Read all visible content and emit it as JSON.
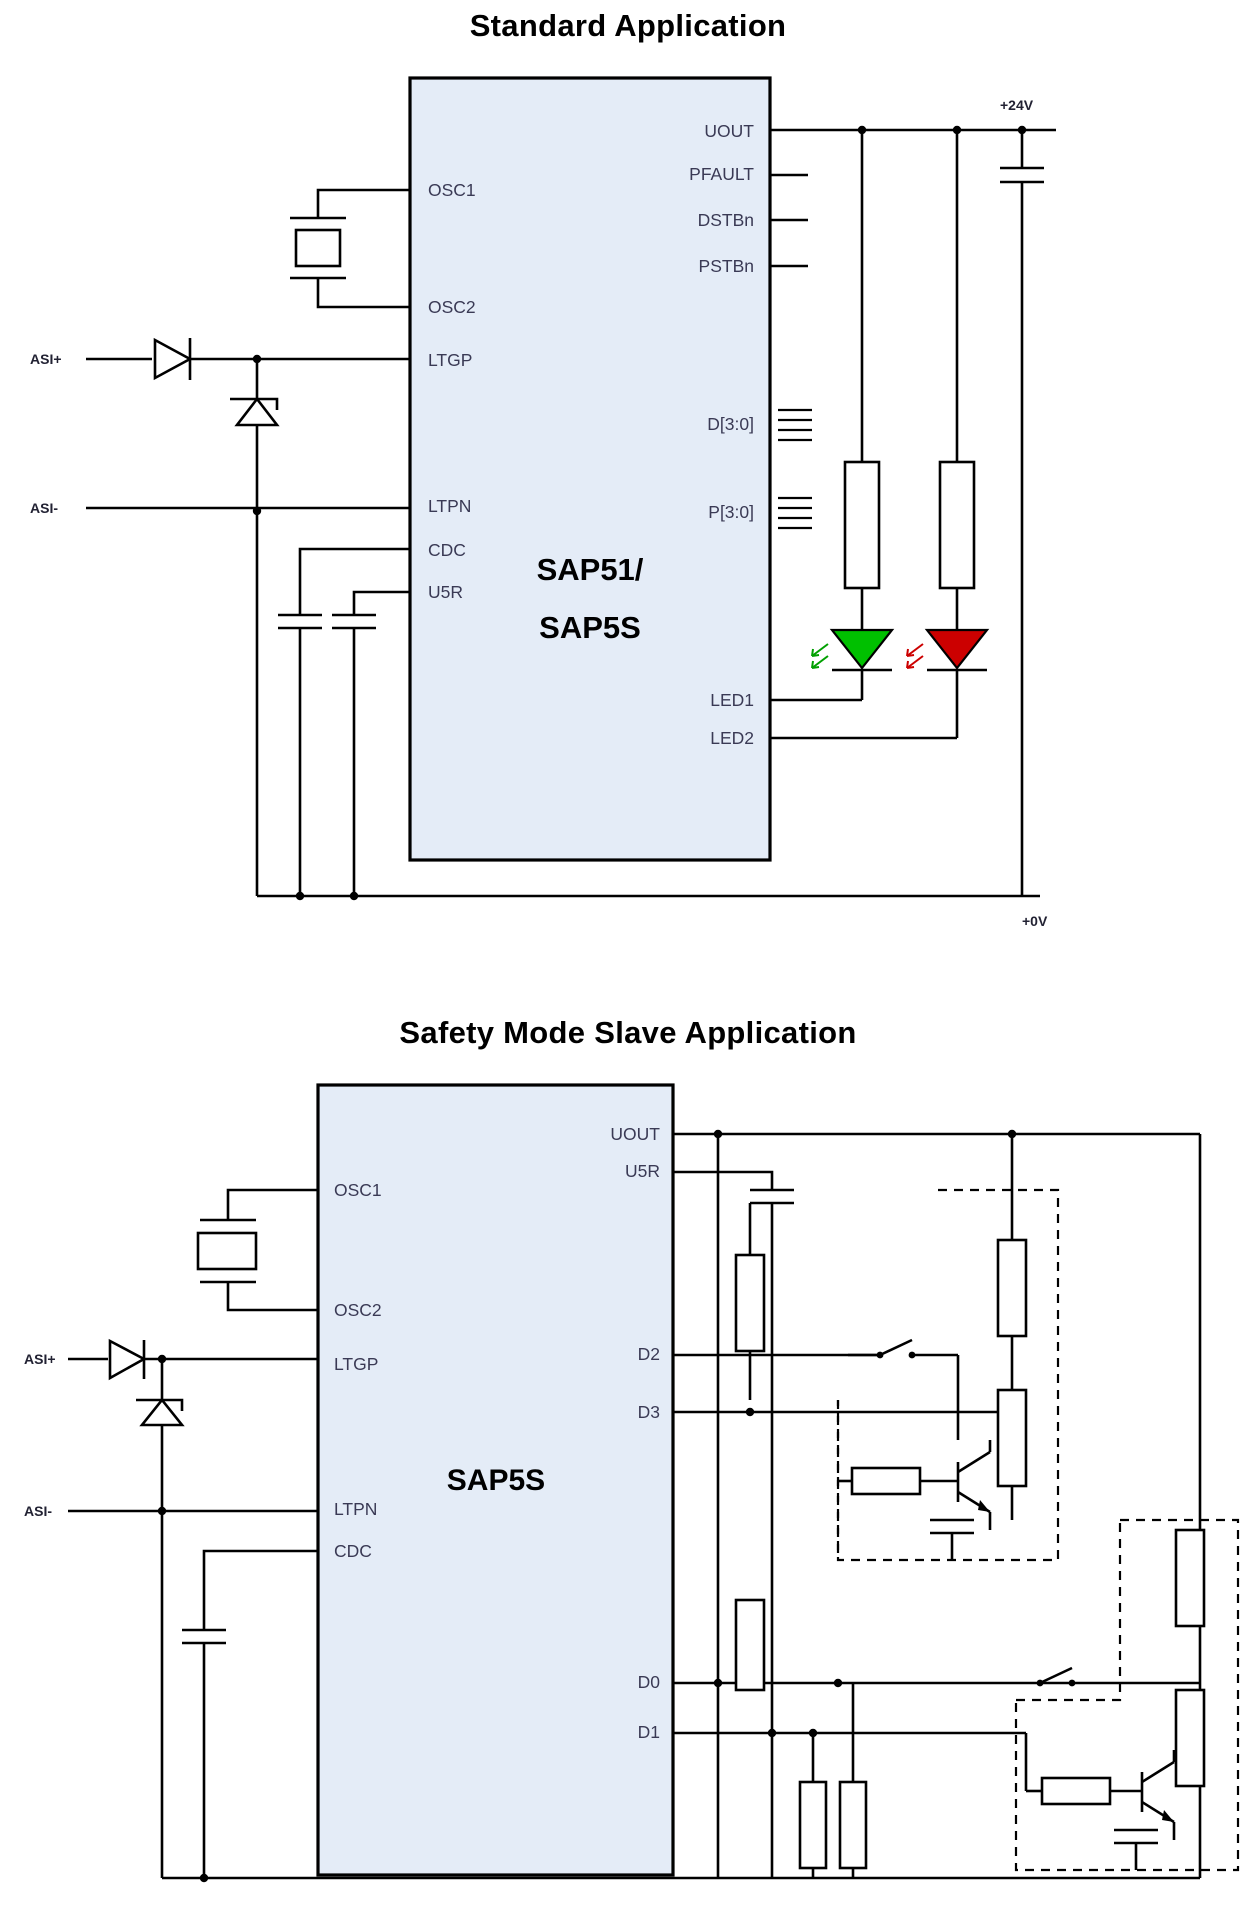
{
  "page": {
    "background": "#ffffff",
    "chip_fill": "#e4ecf7",
    "line_color": "#000000",
    "pin_label_color": "#3a3a55"
  },
  "diagram1": {
    "title": "Standard Application",
    "chip": {
      "name_line1": "SAP51/",
      "name_line2": "SAP5S"
    },
    "pins_left": [
      {
        "label": "OSC1"
      },
      {
        "label": "OSC2"
      },
      {
        "label": "LTGP"
      },
      {
        "label": "LTPN"
      },
      {
        "label": "CDC"
      },
      {
        "label": "U5R"
      }
    ],
    "pins_right": [
      {
        "label": "UOUT"
      },
      {
        "label": "PFAULT"
      },
      {
        "label": "DSTBn"
      },
      {
        "label": "PSTBn"
      },
      {
        "label": "D[3:0]"
      },
      {
        "label": "P[3:0]"
      },
      {
        "label": "LED1"
      },
      {
        "label": "LED2"
      }
    ],
    "nets": [
      {
        "label": "ASI+"
      },
      {
        "label": "ASI-"
      },
      {
        "label": "+24V"
      },
      {
        "label": "+0V"
      }
    ],
    "components": [
      {
        "type": "crystal",
        "name": "oscillator-crystal"
      },
      {
        "type": "diode",
        "name": "series-diode"
      },
      {
        "type": "zener",
        "name": "zener-diode"
      },
      {
        "type": "capacitor",
        "name": "cdc-capacitor"
      },
      {
        "type": "capacitor",
        "name": "u5r-capacitor"
      },
      {
        "type": "capacitor",
        "name": "supply-capacitor"
      },
      {
        "type": "resistor",
        "name": "led1-resistor"
      },
      {
        "type": "resistor",
        "name": "led2-resistor"
      },
      {
        "type": "led",
        "name": "led-green",
        "color": "#00c000"
      },
      {
        "type": "led",
        "name": "led-red",
        "color": "#cc0000"
      }
    ]
  },
  "diagram2": {
    "title": "Safety Mode Slave Application",
    "chip": {
      "name_line1": "SAP5S"
    },
    "pins_left": [
      {
        "label": "OSC1"
      },
      {
        "label": "OSC2"
      },
      {
        "label": "LTGP"
      },
      {
        "label": "LTPN"
      },
      {
        "label": "CDC"
      }
    ],
    "pins_right": [
      {
        "label": "UOUT"
      },
      {
        "label": "U5R"
      },
      {
        "label": "D2"
      },
      {
        "label": "D3"
      },
      {
        "label": "D0"
      },
      {
        "label": "D1"
      }
    ],
    "nets": [
      {
        "label": "ASI+"
      },
      {
        "label": "ASI-"
      }
    ],
    "components": [
      {
        "type": "crystal",
        "name": "oscillator-crystal"
      },
      {
        "type": "diode",
        "name": "series-diode"
      },
      {
        "type": "zener",
        "name": "zener-diode"
      },
      {
        "type": "capacitor",
        "name": "cdc-capacitor"
      },
      {
        "type": "capacitor",
        "name": "u5r-capacitor"
      },
      {
        "type": "resistor",
        "name": "pullup-resistor-1"
      },
      {
        "type": "resistor",
        "name": "pullup-resistor-2"
      },
      {
        "type": "resistor",
        "name": "pullup-resistor-3"
      },
      {
        "type": "resistor",
        "name": "base-resistor-1"
      },
      {
        "type": "resistor",
        "name": "base-resistor-2"
      },
      {
        "type": "transistor",
        "name": "npn-transistor-1"
      },
      {
        "type": "transistor",
        "name": "npn-transistor-2"
      },
      {
        "type": "switch",
        "name": "safety-switch-1"
      },
      {
        "type": "switch",
        "name": "safety-switch-2"
      }
    ]
  }
}
